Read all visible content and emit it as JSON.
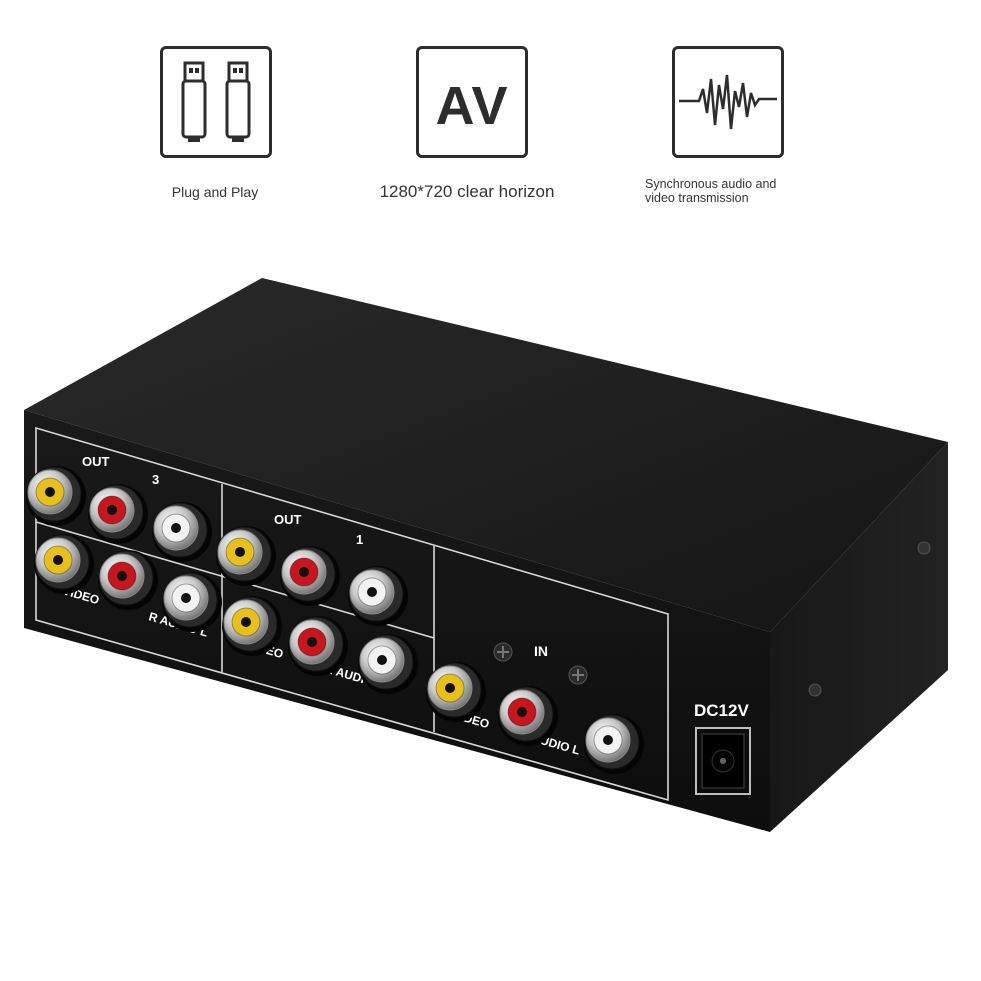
{
  "features": [
    {
      "icon": "usb-plug-icon",
      "label": "Plug and Play"
    },
    {
      "icon": "av-icon",
      "text": "AV",
      "label": "1280*720 clear horizon"
    },
    {
      "icon": "waveform-icon",
      "label_line1": "Synchronous audio and",
      "label_line2": "video transmission"
    }
  ],
  "device": {
    "out3_label": "OUT",
    "out3_number": "3",
    "out1_label": "OUT",
    "out1_number": "1",
    "in_label": "IN",
    "video_label": "VIDEO",
    "audio_label": "R  AUDIO  L",
    "power_label": "DC12V",
    "colors": {
      "body": "#1c1c1c",
      "video_jack": "#e8c01a",
      "audio_r_jack": "#c8161e",
      "audio_l_jack": "#f2f2f2"
    }
  }
}
